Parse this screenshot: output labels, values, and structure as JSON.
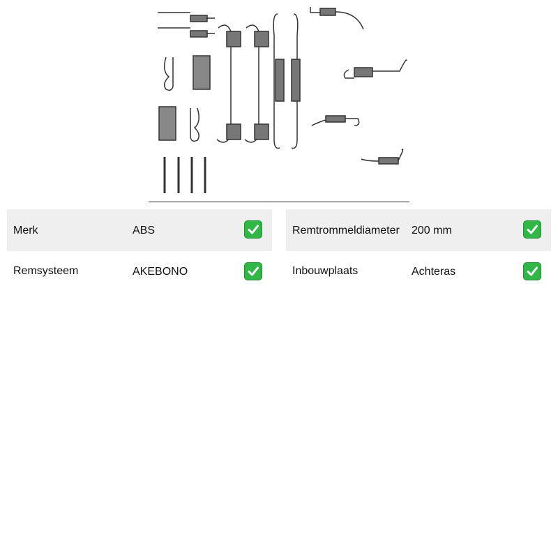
{
  "image": {
    "subject": "drum brake accessory kit: springs, clips and pins"
  },
  "specs": {
    "left": [
      {
        "label": "Merk",
        "value": "ABS",
        "icon": "check-mark-icon"
      },
      {
        "label": "Remsysteem",
        "value": "AKEBONO",
        "icon": "check-mark-icon"
      }
    ],
    "right": [
      {
        "label": "Remtrommeldiameter",
        "value": "200 mm",
        "icon": "check-mark-icon"
      },
      {
        "label": "Inbouwplaats",
        "value": "Achteras",
        "icon": "check-mark-icon"
      }
    ]
  },
  "colors": {
    "row_shade": "#efefef",
    "check_green": "#31b648"
  }
}
